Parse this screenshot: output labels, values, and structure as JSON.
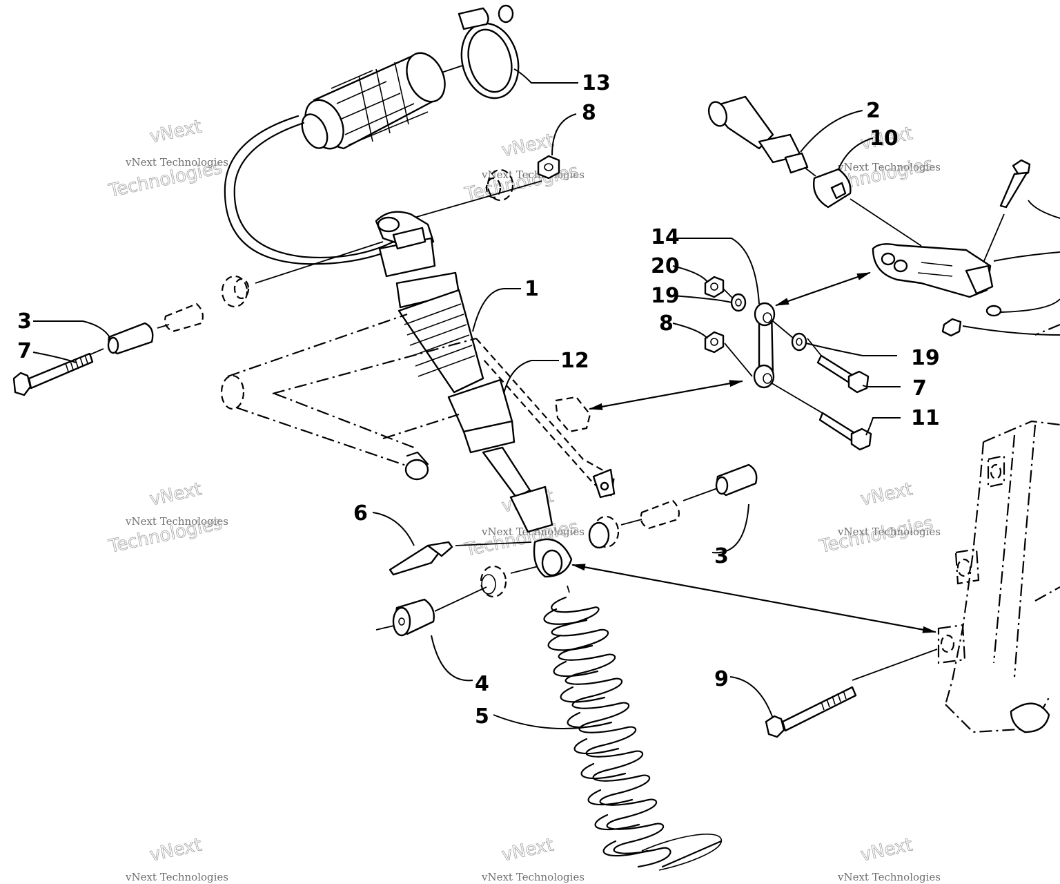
{
  "callouts": {
    "c1": "1",
    "c2": "2",
    "c3a": "3",
    "c3b": "3",
    "c4": "4",
    "c5": "5",
    "c6": "6",
    "c7a": "7",
    "c7b": "7",
    "c8a": "8",
    "c8b": "8",
    "c9": "9",
    "c10": "10",
    "c11": "11",
    "c12": "12",
    "c13": "13",
    "c14": "14",
    "c19a": "19",
    "c19b": "19",
    "c20": "20"
  },
  "watermark": {
    "brand": "vNext",
    "name": "vNext Technologies",
    "big": "Technologies"
  }
}
